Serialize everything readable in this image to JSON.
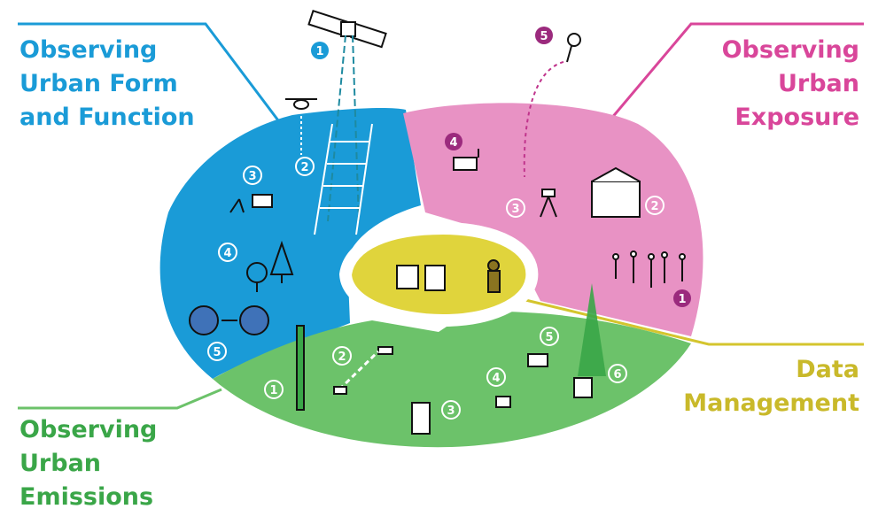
{
  "labels": {
    "form": {
      "line1": "Observing",
      "line2": "Urban Form",
      "line3": "and Function"
    },
    "exposure": {
      "line1": "Observing",
      "line2": "Urban",
      "line3": "Exposure"
    },
    "data": {
      "line1": "Data",
      "line2": "Management"
    },
    "emissions": {
      "line1": "Observing",
      "line2": "Urban",
      "line3": "Emissions"
    }
  },
  "markers": {
    "form": [
      "1",
      "2",
      "3",
      "4",
      "5"
    ],
    "exposure": [
      "1",
      "2",
      "3",
      "4",
      "5"
    ],
    "emissions": [
      "1",
      "2",
      "3",
      "4",
      "5",
      "6"
    ]
  },
  "colors": {
    "form": "#1a9bd7",
    "exposure": "#e892c4",
    "exposure_text": "#d9469a",
    "data": "#e0d43c",
    "data_text": "#c9b92a",
    "emissions": "#6cc26a",
    "emissions_text": "#3aa648",
    "marker_exposure": "#9b2a7d"
  },
  "icons": [
    "satellite-icon",
    "drone-icon",
    "ladder-lidar-icon",
    "weather-station-icon",
    "tree-icon",
    "camera-sensor-icon",
    "pie-change-icon",
    "balloon-sonde-icon",
    "building-icon",
    "tripod-icon",
    "sensor-array-icon",
    "server-icon",
    "database-icon",
    "person-icon",
    "tower-icon",
    "scintillometer-icon",
    "flux-tower-icon"
  ]
}
